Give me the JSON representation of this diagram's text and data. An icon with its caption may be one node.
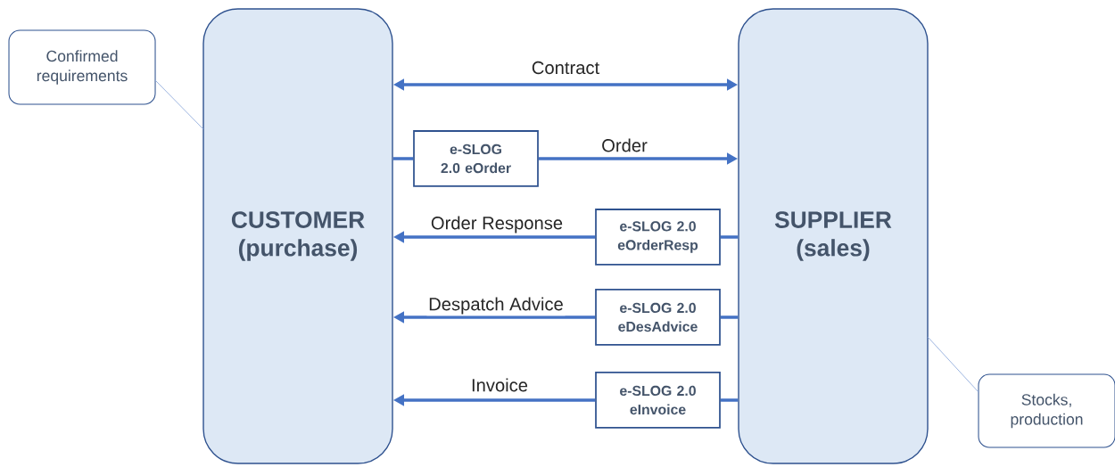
{
  "diagram": {
    "nodes": [
      {
        "text": [
          "CUSTOMER (purchase)"
        ]
      },
      {
        "text": [
          "SUPPLIER (sales)"
        ]
      },
      {
        "text": [
          "Confirmed requirements"
        ]
      },
      {
        "text": [
          "Stocks, production"
        ]
      },
      {
        "text": [
          "e-SLOG 2.0 eOrder"
        ]
      },
      {
        "text": [
          "e-SLOG 2.0 eOrderResp"
        ]
      },
      {
        "text": [
          "e-SLOG 2.0 eDesAdvice"
        ]
      },
      {
        "text": [
          "e-SLOG 2.0 eInvoice"
        ]
      }
    ],
    "edges": [
      {
        "from": 0,
        "to": 1,
        "arrow": "both",
        "label": "Contract"
      },
      {
        "from": 0,
        "to": 4,
        "arrow": "none"
      },
      {
        "from": 4,
        "to": 1,
        "arrow": "to",
        "label": "Order"
      },
      {
        "from": 1,
        "to": 5,
        "arrow": "none"
      },
      {
        "from": 5,
        "to": 0,
        "arrow": "to",
        "label": "Order Response"
      },
      {
        "from": 1,
        "to": 6,
        "arrow": "none"
      },
      {
        "from": 6,
        "to": 0,
        "arrow": "to",
        "label": "Despatch Advice"
      },
      {
        "from": 1,
        "to": 7,
        "arrow": "none"
      },
      {
        "from": 7,
        "to": 0,
        "arrow": "to",
        "label": "Invoice"
      },
      {
        "from": 2,
        "to": 0,
        "arrow": "none",
        "color": "#8faadc"
      },
      {
        "from": 3,
        "to": 1,
        "arrow": "none",
        "color": "#8faadc"
      }
    ]
  }
}
